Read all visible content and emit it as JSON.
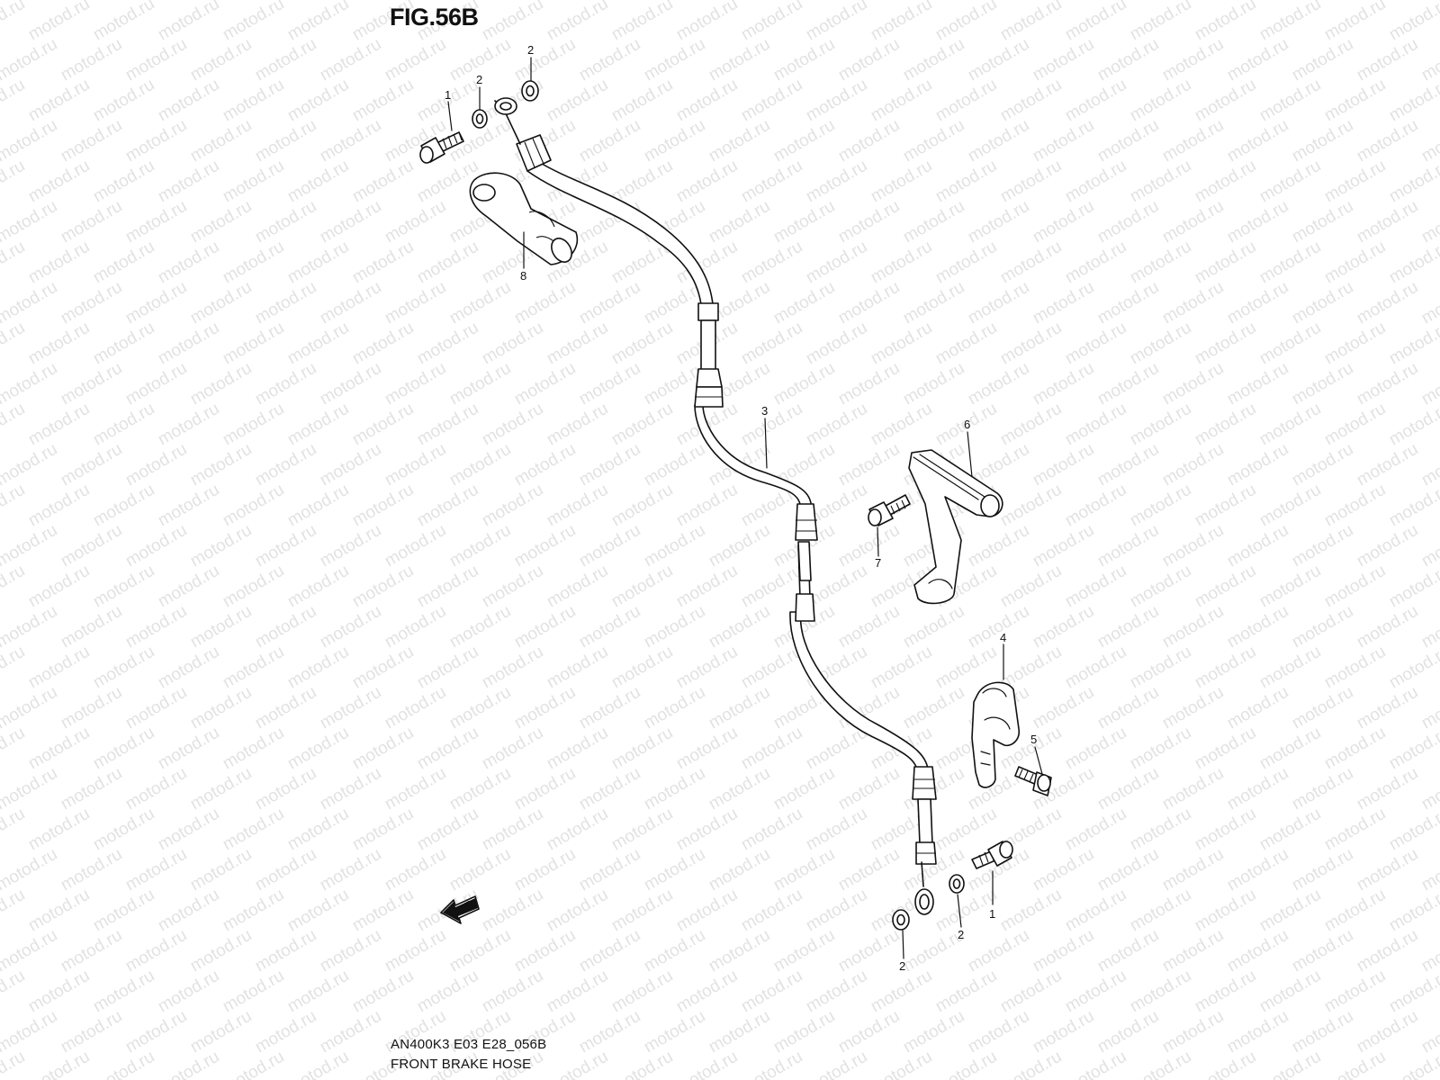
{
  "figure": {
    "title": "FIG.56B",
    "caption_code": "AN400K3 E03 E28_056B",
    "caption_name": "FRONT BRAKE  HOSE",
    "watermark_text": "motod.ru",
    "fwd_text": "FWD"
  },
  "callouts": [
    {
      "id": "bolt-top",
      "label": "1"
    },
    {
      "id": "washer-top-a",
      "label": "2"
    },
    {
      "id": "washer-top-b",
      "label": "2"
    },
    {
      "id": "hose",
      "label": "3"
    },
    {
      "id": "clamp-lower",
      "label": "4"
    },
    {
      "id": "bolt-clamp-lower",
      "label": "5"
    },
    {
      "id": "clamp-upper",
      "label": "6"
    },
    {
      "id": "bolt-clamp-upper",
      "label": "7"
    },
    {
      "id": "boot",
      "label": "8"
    },
    {
      "id": "bolt-bottom",
      "label": "1"
    },
    {
      "id": "washer-bottom-a",
      "label": "2"
    },
    {
      "id": "washer-bottom-b",
      "label": "2"
    }
  ],
  "colors": {
    "line": "#111111",
    "background": "#ffffff",
    "watermark": "#e2e2e2"
  }
}
